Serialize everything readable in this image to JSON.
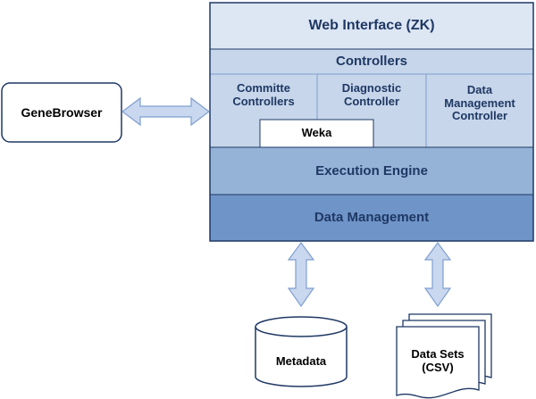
{
  "diagram": {
    "colors": {
      "border": "#1f3864",
      "arrow_fill": "#c9d7ef",
      "arrow_edge": "#7f9fd0",
      "web_interface": "#dde6f3",
      "controllers": "#c7d6ea",
      "execution_engine": "#95b3d7",
      "data_management": "#6f94c8",
      "white": "#ffffff"
    },
    "external": {
      "genebrowser": "GeneBrowser"
    },
    "stack": {
      "web_interface": "Web Interface (ZK)",
      "controllers": "Controllers",
      "committe_controllers": "Committe\nControllers",
      "diagnostic_controller": "Diagnostic\nController",
      "data_management_controller": "Data\nManagement\nController",
      "weka": "Weka",
      "execution_engine": "Execution Engine",
      "data_management": "Data Management"
    },
    "storage": {
      "metadata": "Metadata",
      "data_sets": "Data Sets\n(CSV)"
    }
  }
}
